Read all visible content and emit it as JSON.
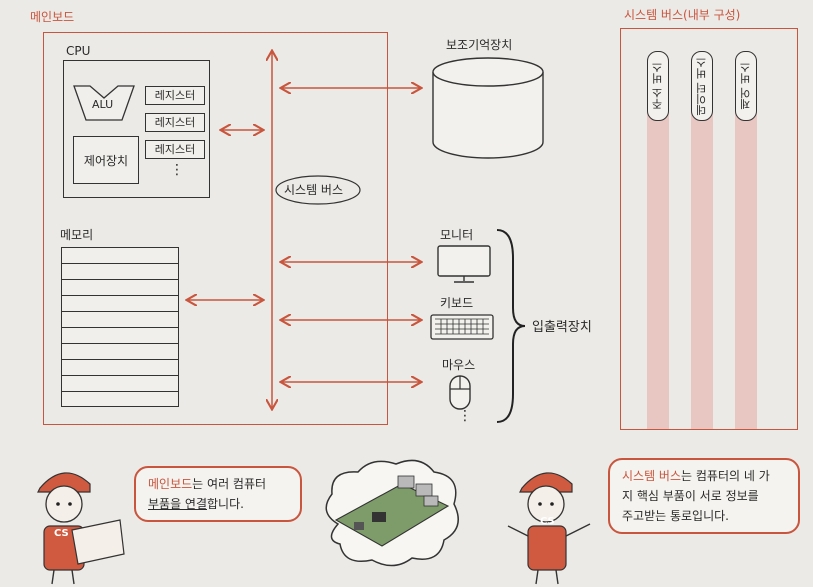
{
  "mainboard_title": "메인보드",
  "system_bus_panel_title": "시스템 버스(내부 구성)",
  "cpu": {
    "label": "CPU",
    "alu": "ALU",
    "registers": [
      "레지스터",
      "레지스터",
      "레지스터"
    ],
    "control_unit": "제어장치",
    "ellipsis": "⋮"
  },
  "memory_label": "메모리",
  "system_bus_label": "시스템 버스",
  "storage_label": "보조기억장치",
  "io": {
    "monitor": "모니터",
    "keyboard": "키보드",
    "mouse": "마우스",
    "ellipsis": "⋮",
    "group_label": "입출력장치"
  },
  "bus_lanes": [
    "주소 버스",
    "데이터 버스",
    "제어 버스"
  ],
  "bubble_left": {
    "highlight": "메인보드",
    "text": "는 여러 컴퓨터",
    "line2_highlight": "부품을 연결",
    "line2_text": "합니다."
  },
  "bubble_right": {
    "highlight": "시스템 버스",
    "text": "는 컴퓨터의 네 가",
    "line2": "지 핵심 부품이 서로 정보를",
    "line3": "주고받는 통로입니다."
  },
  "mascot_badge": "CS",
  "colors": {
    "accent": "#c8553d",
    "ink": "#2a2a2a",
    "bus_lane": "#e8c7c2"
  }
}
